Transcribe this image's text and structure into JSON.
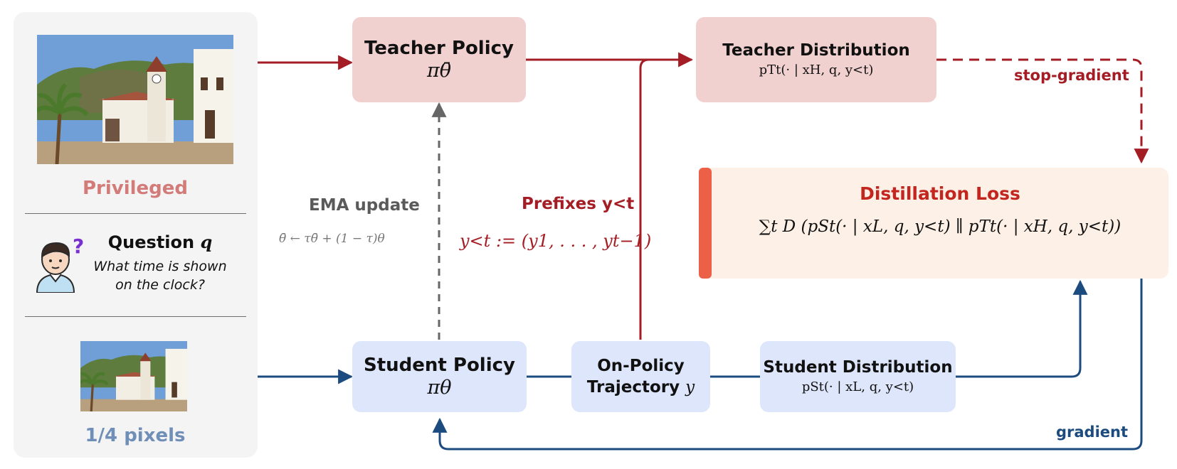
{
  "colors": {
    "red": "#a51d24",
    "blue": "#1c4b7f",
    "gray": "#666666",
    "accent": "#ec6048"
  },
  "left_panel": {
    "privileged_label": "Privileged",
    "question_title": "Question",
    "question_var": "q",
    "question_text": "What time is shown on the clock?",
    "question_mark": "?",
    "low_res_label": "1/4 pixels"
  },
  "teacher_policy": {
    "title": "Teacher Policy",
    "symbol": "πθ̄"
  },
  "student_policy": {
    "title": "Student Policy",
    "symbol": "πθ"
  },
  "teacher_distribution": {
    "title": "Teacher Distribution",
    "formula": "pTt(· | xH, q, y<t)"
  },
  "student_distribution": {
    "title": "Student Distribution",
    "formula": "pSt(· | xL, q, y<t)"
  },
  "on_policy": {
    "line1": "On-Policy",
    "line2": "Trajectory",
    "var": "y"
  },
  "ema": {
    "label": "EMA update",
    "formula": "θ̄ ← τθ̄ + (1 − τ)θ"
  },
  "prefixes": {
    "label": "Prefixes y<t",
    "formula": "y<t := (y1, . . . , yt−1)"
  },
  "stop_gradient_label": "stop-gradient",
  "gradient_label": "gradient",
  "distillation": {
    "title": "Distillation Loss",
    "formula": "∑t D (pSt(· | xL, q, y<t) ∥ pTt(· | xH, q, y<t))"
  }
}
